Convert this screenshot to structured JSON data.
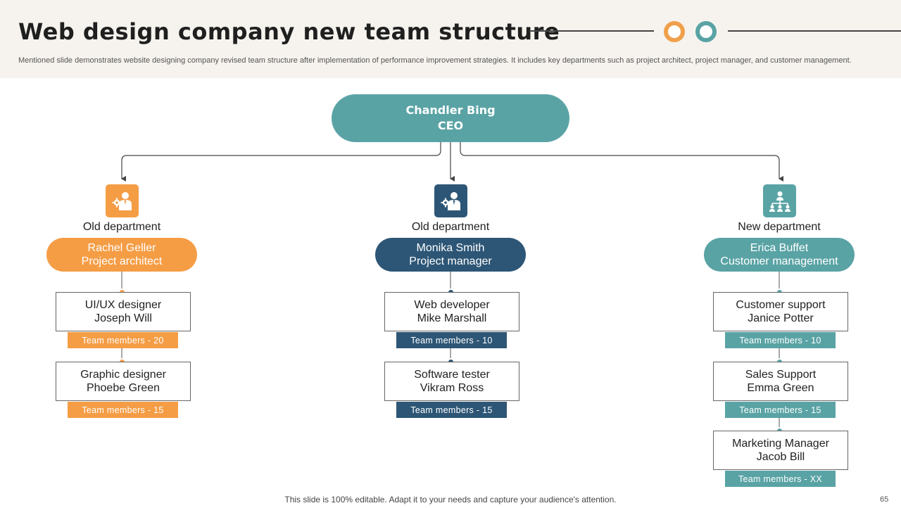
{
  "header": {
    "title": "Web design company new team structure",
    "description": "Mentioned slide demonstrates website designing company revised team structure after implementation of performance improvement strategies. It includes key departments such as project architect, project manager, and customer management.",
    "accent_colors": [
      "#f0a04b",
      "#5aa3a5"
    ]
  },
  "ceo": {
    "name": "Chandler Bing",
    "role": "CEO",
    "color": "#5aa3a5"
  },
  "departments": [
    {
      "label": "Old department",
      "icon": "manager-gear-icon",
      "color": "#f59d45",
      "head": {
        "name": "Rachel Geller",
        "role": "Project architect"
      },
      "members": [
        {
          "role": "UI/UX designer",
          "name": "Joseph Will",
          "team": "Team members - 20"
        },
        {
          "role": "Graphic designer",
          "name": "Phoebe Green",
          "team": "Team members - 15"
        }
      ]
    },
    {
      "label": "Old department",
      "icon": "manager-gear-icon",
      "color": "#2d5676",
      "head": {
        "name": "Monika Smith",
        "role": "Project manager"
      },
      "members": [
        {
          "role": "Web developer",
          "name": "Mike Marshall",
          "team": "Team members - 10"
        },
        {
          "role": "Software tester",
          "name": "Vikram Ross",
          "team": "Team members - 15"
        }
      ]
    },
    {
      "label": "New department",
      "icon": "org-chart-icon",
      "color": "#5aa3a5",
      "head": {
        "name": "Erica Buffet",
        "role": "Customer management"
      },
      "members": [
        {
          "role": "Customer support",
          "name": "Janice Potter",
          "team": "Team members - 10"
        },
        {
          "role": "Sales Support",
          "name": "Emma Green",
          "team": "Team members - 15"
        },
        {
          "role": "Marketing Manager",
          "name": "Jacob Bill",
          "team": "Team members - XX"
        }
      ]
    }
  ],
  "footer": {
    "note": "This slide is 100% editable. Adapt it to your needs and capture your audience's attention.",
    "page_number": "65"
  }
}
